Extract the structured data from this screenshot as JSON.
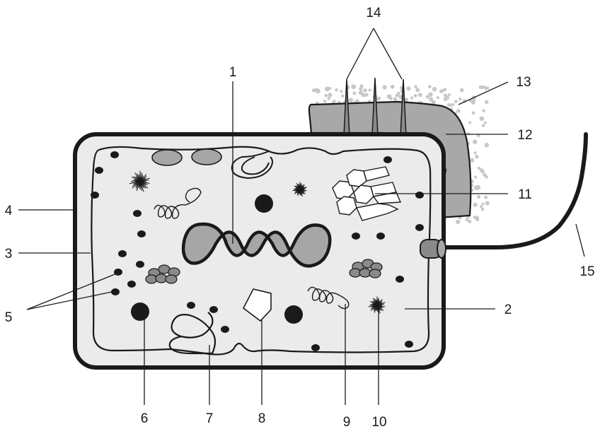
{
  "labels": {
    "l1": "1",
    "l2": "2",
    "l3": "3",
    "l4": "4",
    "l5": "5",
    "l6": "6",
    "l7": "7",
    "l8": "8",
    "l9": "9",
    "l10": "10",
    "l11": "11",
    "l12": "12",
    "l13": "13",
    "l14": "14",
    "l15": "15"
  },
  "colors": {
    "outline": "#1a1a1a",
    "cytoplasm": "#ebebeb",
    "capsule": "#a8a8a8",
    "slime_dots": "#c8c8c8",
    "organelle_fill": "#a6a6a6"
  }
}
